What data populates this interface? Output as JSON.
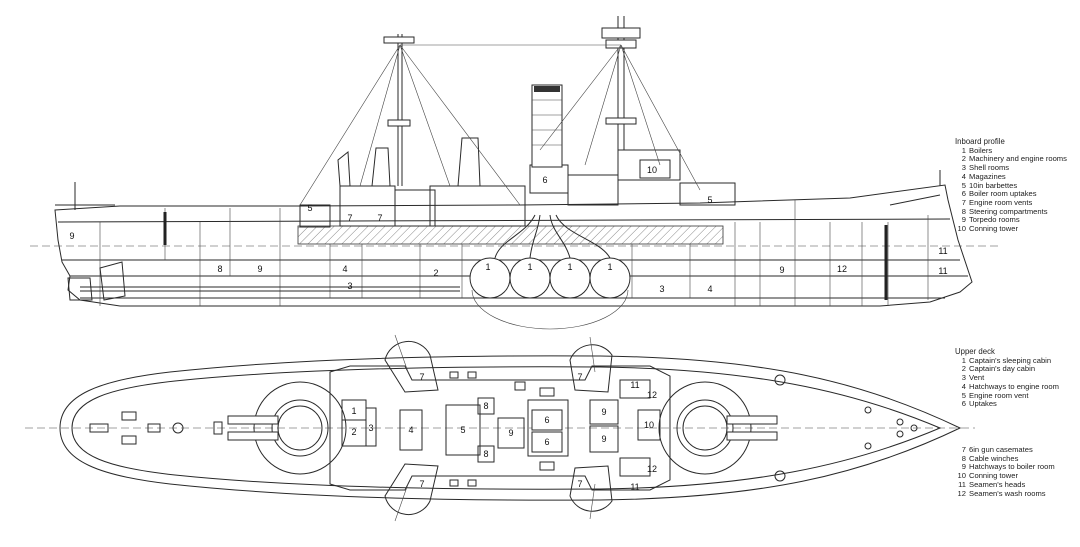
{
  "inboard_profile": {
    "title": "Inboard profile",
    "items": [
      {
        "n": "1",
        "label": "Boilers"
      },
      {
        "n": "2",
        "label": "Machinery and engine rooms"
      },
      {
        "n": "3",
        "label": "Shell rooms"
      },
      {
        "n": "4",
        "label": "Magazines"
      },
      {
        "n": "5",
        "label": "10in barbettes"
      },
      {
        "n": "6",
        "label": "Boiler room uptakes"
      },
      {
        "n": "7",
        "label": "Engine room vents"
      },
      {
        "n": "8",
        "label": "Steering compartments"
      },
      {
        "n": "9",
        "label": "Torpedo rooms"
      },
      {
        "n": "10",
        "label": "Conning tower"
      }
    ]
  },
  "upper_deck": {
    "title": "Upper deck",
    "items_a": [
      {
        "n": "1",
        "label": "Captain's sleeping cabin"
      },
      {
        "n": "2",
        "label": "Captain's day cabin"
      },
      {
        "n": "3",
        "label": "Vent"
      },
      {
        "n": "4",
        "label": "Hatchways to engine room"
      },
      {
        "n": "5",
        "label": "Engine room vent"
      },
      {
        "n": "6",
        "label": "Uptakes"
      }
    ],
    "items_b": [
      {
        "n": "7",
        "label": "6in gun casemates"
      },
      {
        "n": "8",
        "label": "Cable winches"
      },
      {
        "n": "9",
        "label": "Hatchways to boiler room"
      },
      {
        "n": "10",
        "label": "Conning tower"
      },
      {
        "n": "11",
        "label": "Seamen's heads"
      },
      {
        "n": "12",
        "label": "Seamen's wash rooms"
      }
    ]
  },
  "profile_labels": [
    "9",
    "5",
    "7",
    "7",
    "6",
    "10",
    "5",
    "8",
    "9",
    "4",
    "2",
    "1",
    "1",
    "1",
    "1",
    "3",
    "4",
    "9",
    "12",
    "11",
    "11",
    "3"
  ],
  "deck_labels": [
    "7",
    "7",
    "7",
    "7",
    "1",
    "2",
    "3",
    "4",
    "5",
    "8",
    "8",
    "9",
    "6",
    "6",
    "9",
    "9",
    "10",
    "11",
    "11",
    "12",
    "12"
  ]
}
